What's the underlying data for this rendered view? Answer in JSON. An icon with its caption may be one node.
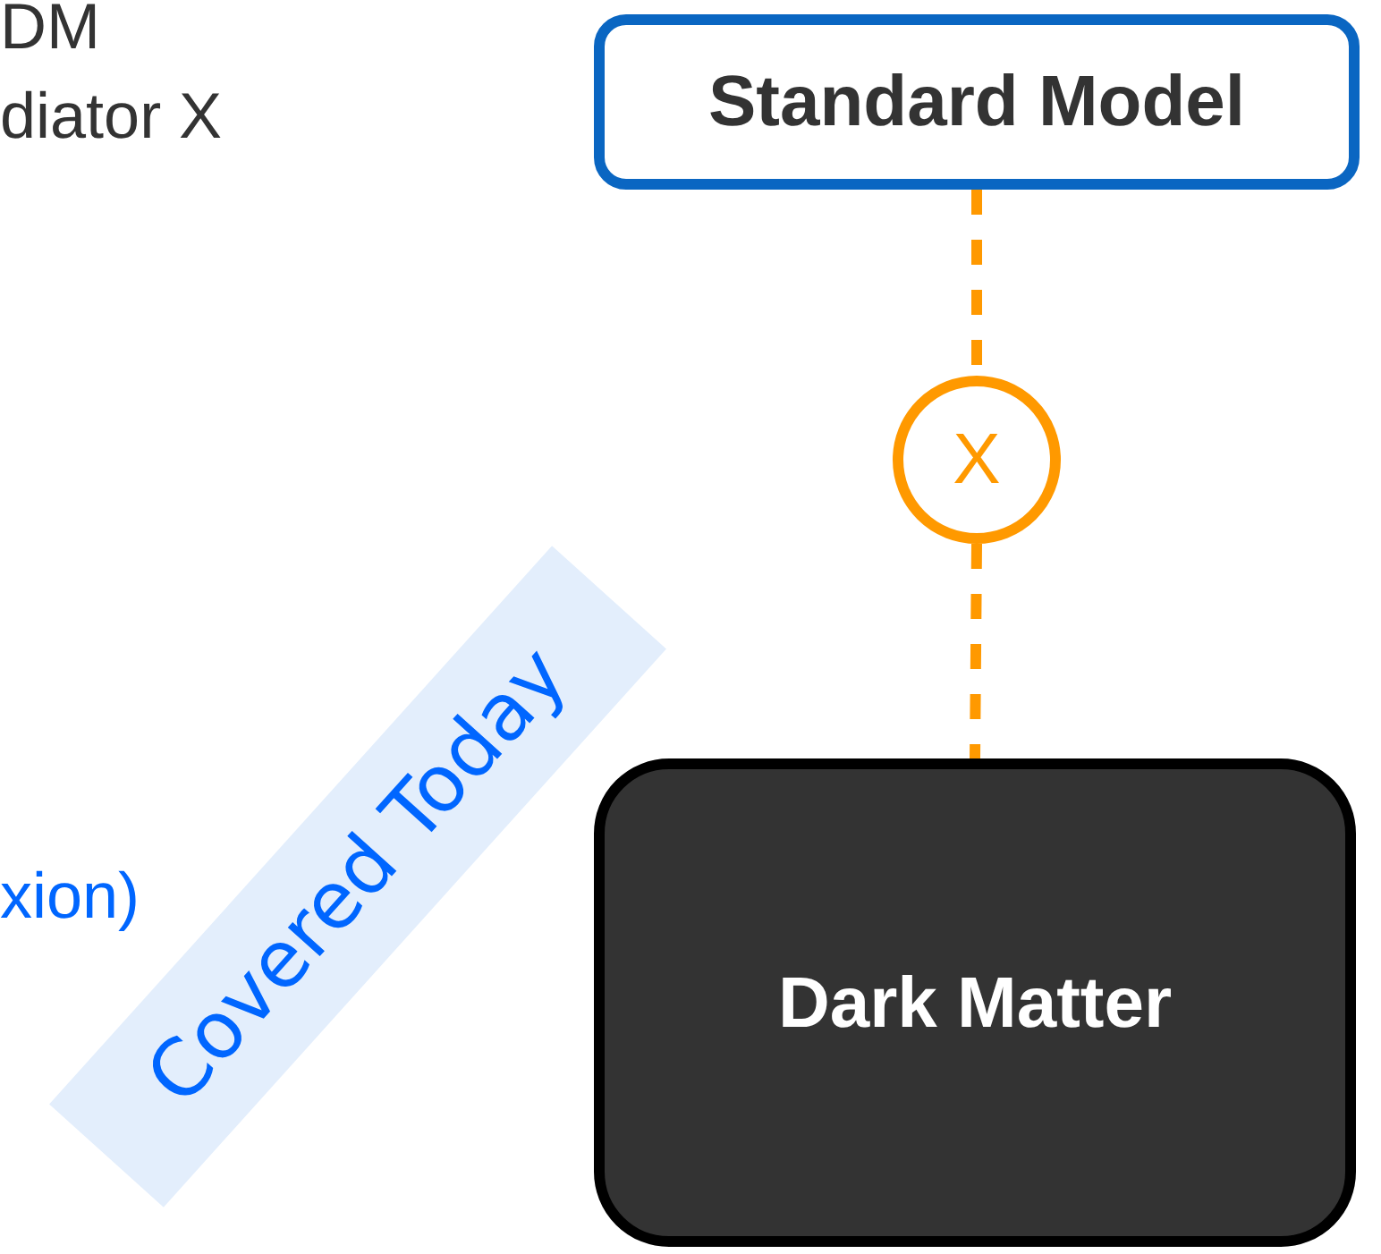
{
  "diagram": {
    "nodes": [
      {
        "text": [
          "Standard Model"
        ]
      },
      {
        "text": [
          "X"
        ]
      },
      {
        "text": [
          "Dark Matter"
        ]
      }
    ],
    "edges": [
      {
        "from": 0,
        "to": 1,
        "arrow": "none",
        "style": "dashed",
        "color": "#ff9900"
      },
      {
        "from": 1,
        "to": 2,
        "arrow": "none",
        "style": "dashed",
        "color": "#ff9900"
      }
    ],
    "labels": [
      "DM",
      "diator X",
      "xion)",
      "Covered Today"
    ]
  }
}
